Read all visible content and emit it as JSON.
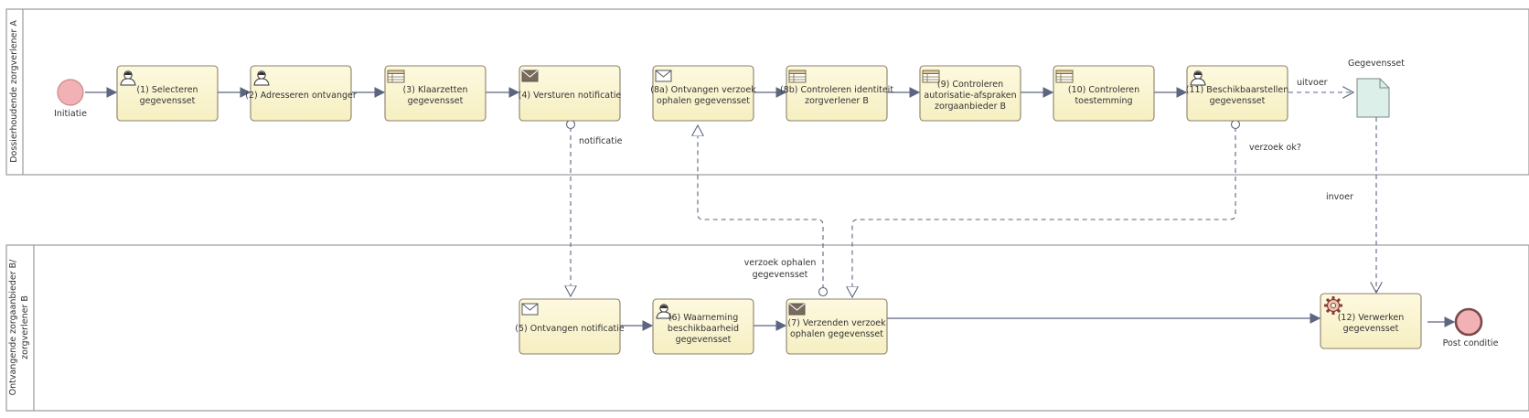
{
  "colors": {
    "task_fill": "#fbf6d2",
    "task_stroke": "#8a8068",
    "start_fill": "#f2b2b5",
    "end_fill": "#f2b2b5",
    "flow": "#5c6680",
    "message": "#5c6680",
    "doc_fill": "#dcefe9",
    "lane_line": "#9a9a9a"
  },
  "lanes": [
    {
      "label": "Dossierhoudende zorgverlener A"
    },
    {
      "label_line1": "Ontvangende zorgaanbieder B/",
      "label_line2": "zorgverlener B"
    }
  ],
  "events": {
    "start": {
      "label": "Initiatie"
    },
    "end": {
      "label": "Post conditie"
    }
  },
  "tasks": [
    {
      "id": "t1",
      "icon": "user-icon",
      "lines": [
        "(1) Selecteren",
        "gegevensset"
      ]
    },
    {
      "id": "t2",
      "icon": "user-icon",
      "lines": [
        "(2) Adresseren ontvanger"
      ]
    },
    {
      "id": "t3",
      "icon": "table-icon",
      "lines": [
        "(3) Klaarzetten",
        "gegevensset"
      ]
    },
    {
      "id": "t4",
      "icon": "envelope-filled-icon",
      "lines": [
        "(4) Versturen notificatie"
      ]
    },
    {
      "id": "t8a",
      "icon": "envelope-icon",
      "lines": [
        "(8a) Ontvangen verzoek",
        "ophalen gegevensset"
      ]
    },
    {
      "id": "t8b",
      "icon": "table-icon",
      "lines": [
        "(8b) Controleren identiteit",
        "zorgverlener B"
      ]
    },
    {
      "id": "t9",
      "icon": "table-icon",
      "lines": [
        "(9) Controleren",
        "autorisatie-afspraken",
        "zorgaanbieder B"
      ]
    },
    {
      "id": "t10",
      "icon": "table-icon",
      "lines": [
        "(10) Controleren",
        "toestemming"
      ]
    },
    {
      "id": "t11",
      "icon": "user-icon",
      "lines": [
        "(11) Beschikbaarstellen",
        "gegevensset"
      ]
    },
    {
      "id": "t5",
      "icon": "envelope-icon",
      "lines": [
        "(5) Ontvangen notificatie"
      ]
    },
    {
      "id": "t6",
      "icon": "user-icon",
      "lines": [
        "(6) Waarneming",
        "beschikbaarheid",
        "gegevensset"
      ]
    },
    {
      "id": "t7",
      "icon": "envelope-filled-icon",
      "lines": [
        "(7) Verzenden verzoek",
        "ophalen gegevensset"
      ]
    },
    {
      "id": "t12",
      "icon": "gear-icon",
      "lines": [
        "(12) Verwerken",
        "gegevensset"
      ]
    }
  ],
  "data_object": {
    "label": "Gegevensset"
  },
  "flow_labels": {
    "uitvoer": "uitvoer",
    "invoer": "invoer",
    "notificatie": "notificatie",
    "verzoek_ok": "verzoek ok?",
    "verzoek_line1": "verzoek ophalen",
    "verzoek_line2": "gegevensset"
  }
}
